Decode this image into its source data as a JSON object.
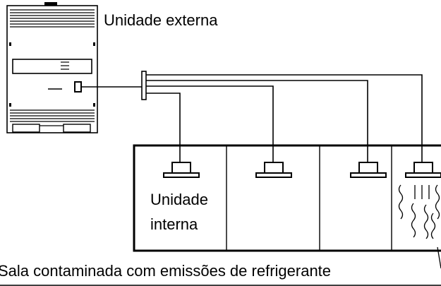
{
  "labels": {
    "outdoor_unit": "Unidade externa",
    "indoor_unit_line1": "Unidade",
    "indoor_unit_line2": "interna",
    "caption": "Sala contaminada com emissões de refrigerante"
  }
}
